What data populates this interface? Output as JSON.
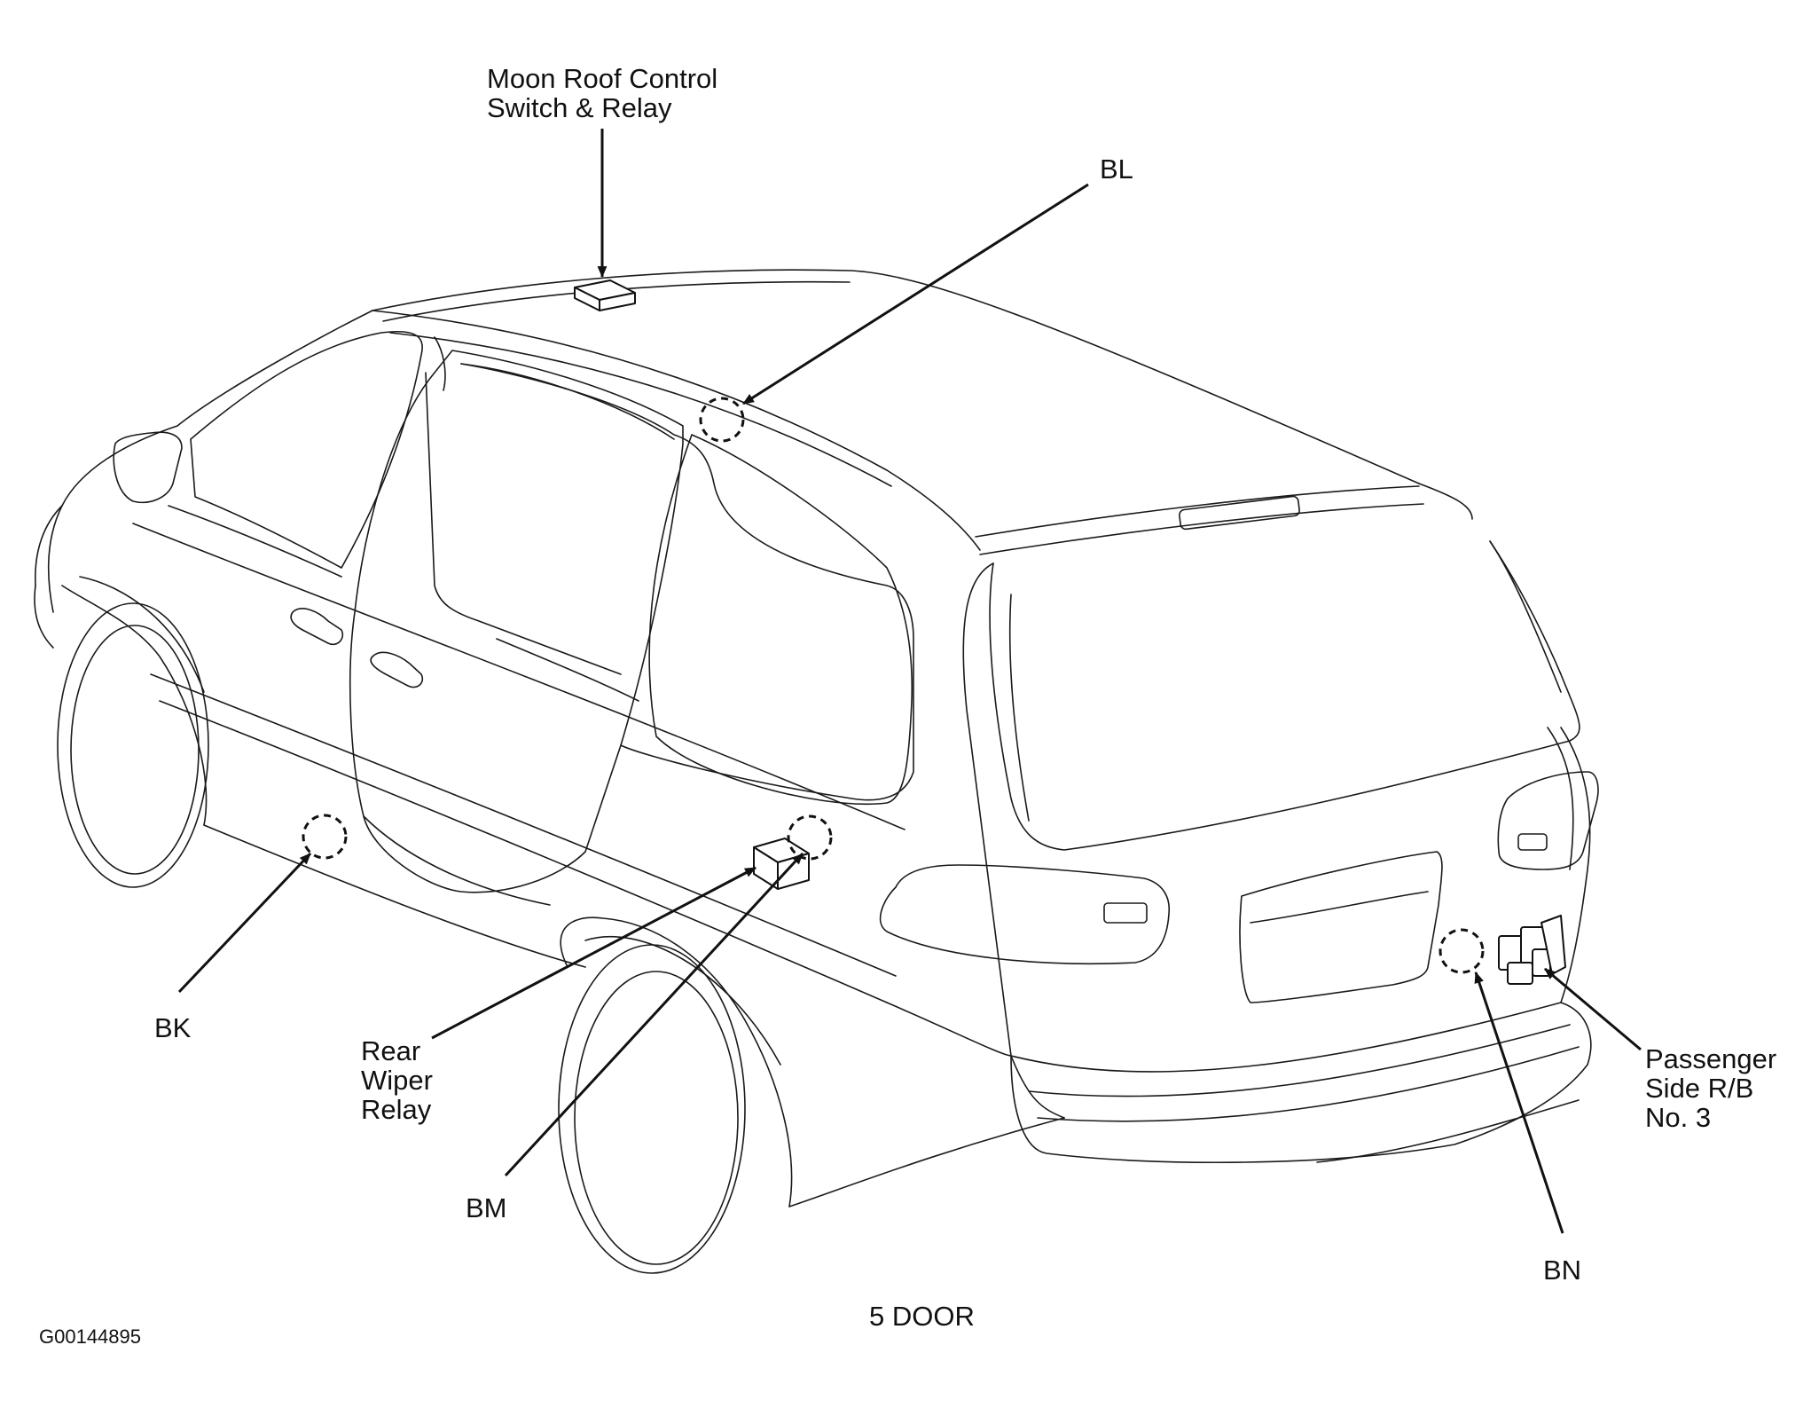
{
  "figure_id": "G00144895",
  "caption": "5 DOOR",
  "labels": {
    "moon_roof": [
      "Moon Roof Control",
      "Switch & Relay"
    ],
    "bl": "BL",
    "bk": "BK",
    "rear_wiper": [
      "Rear",
      "Wiper",
      "Relay"
    ],
    "bm": "BM",
    "bn": "BN",
    "passenger_rb": [
      "Passenger",
      "Side R/B",
      "No. 3"
    ]
  },
  "colors": {
    "line": "#111111",
    "background": "#ffffff"
  }
}
